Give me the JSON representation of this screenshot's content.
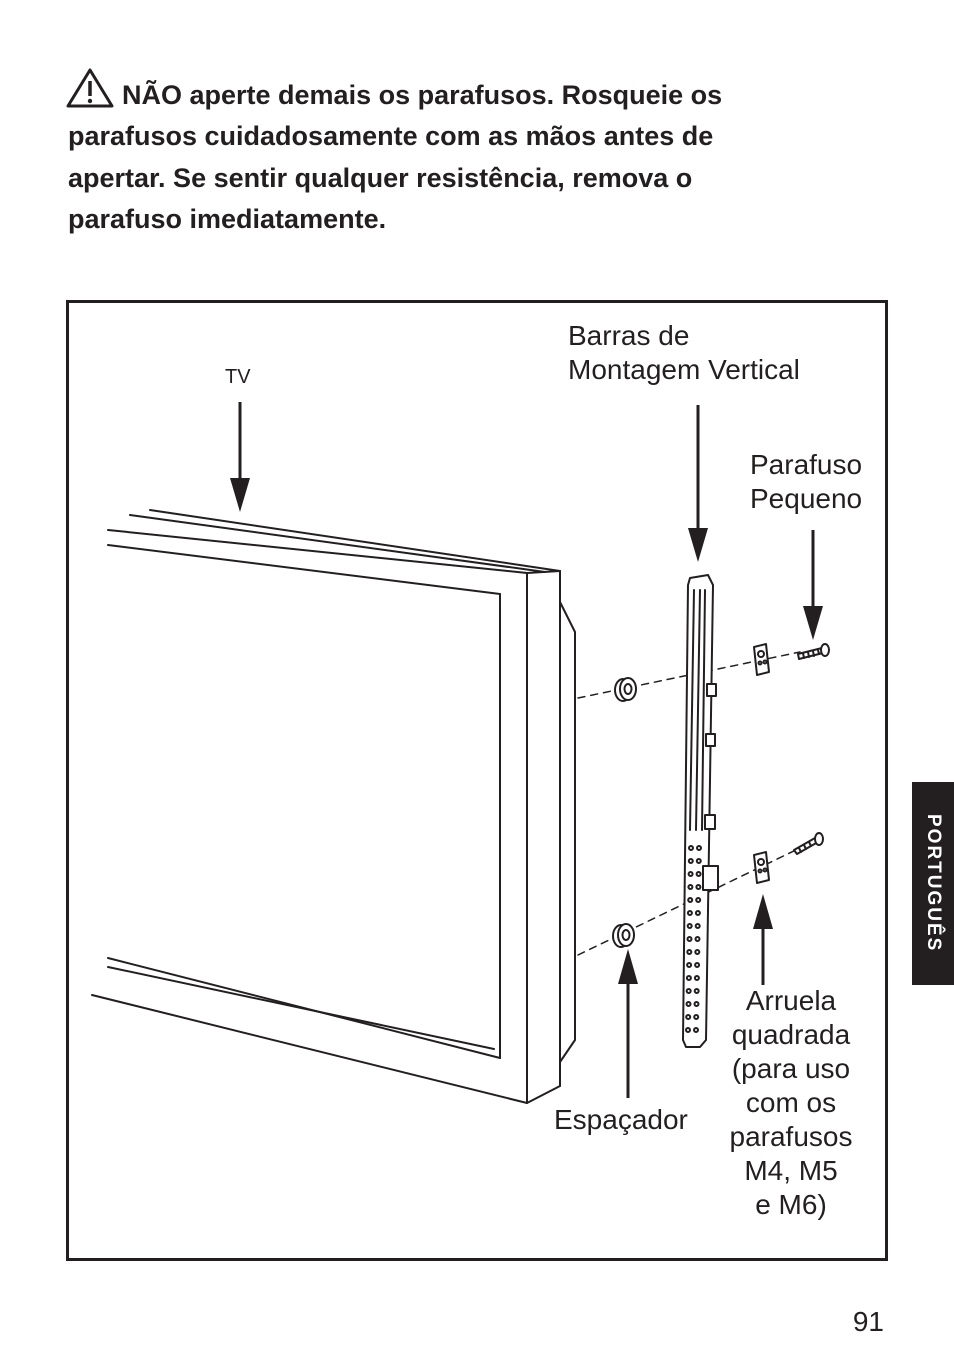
{
  "warning": {
    "icon": "warning-triangle-icon",
    "lines": [
      "NÃO aperte demais os parafusos. Rosqueie os",
      "parafusos cuidadosamente com as mãos antes de",
      "apertar. Se sentir qualquer resistência, remova o",
      "parafuso imediatamente."
    ]
  },
  "diagram": {
    "labels": {
      "tv": "TV",
      "vertical_bars": [
        "Barras de",
        "Montagem Vertical"
      ],
      "small_screw": [
        "Parafuso",
        "Pequeno"
      ],
      "square_washer": [
        "Arruela",
        "quadrada",
        "(para uso",
        "com os",
        "parafusos",
        "M4, M5",
        "e M6)"
      ],
      "spacer": "Espaçador"
    }
  },
  "side_tab": {
    "label": "PORTUGUÊS"
  },
  "page_number": "91",
  "colors": {
    "ink": "#231f20",
    "tab_background": "#231f20",
    "tab_text": "#ffffff"
  }
}
